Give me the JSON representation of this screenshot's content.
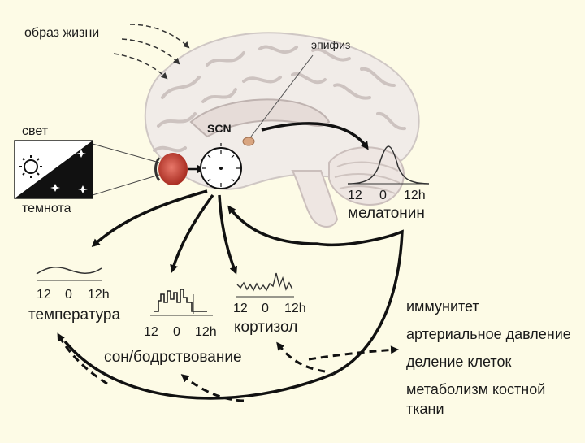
{
  "labels": {
    "lifestyle": "образ жизни",
    "epiphysis": "эпифиз",
    "scn": "SCN",
    "light": "свет",
    "dark": "темнота",
    "melatonin": "мелатонин",
    "temperature": "температура",
    "sleep_wake": "сон/бодрствование",
    "cortisol": "кортизол"
  },
  "axes": {
    "melatonin": {
      "t12": "12",
      "t0": "0",
      "t12h": "12h"
    },
    "temperature": {
      "t12": "12",
      "t0": "0",
      "t12h": "12h"
    },
    "sleep": {
      "t12": "12",
      "t0": "0",
      "t12h": "12h"
    },
    "cortisol": {
      "t12": "12",
      "t0": "0",
      "t12h": "12h"
    }
  },
  "effects": [
    "иммунитет",
    "артериальное давление",
    "деление клеток",
    "метаболизм костной",
    "ткани"
  ],
  "icons": [
    "sun-icon",
    "moon-icon",
    "star-icon",
    "clock-icon",
    "eye-icon"
  ],
  "colors": {
    "background": "#fdfbe6",
    "brain_fill": "#f1ece8",
    "brain_fold": "#cdc3c0",
    "eye": "#c0392b",
    "arrow": "#111111"
  }
}
